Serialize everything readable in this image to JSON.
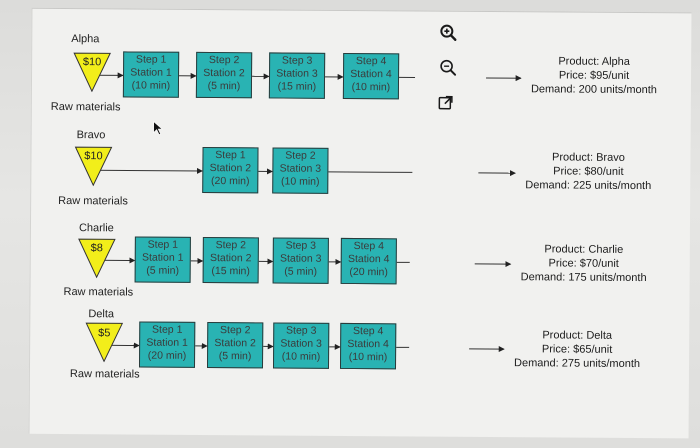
{
  "products": [
    {
      "name": "Alpha",
      "price_tag": "$10",
      "raw_label": "Raw materials",
      "steps": [
        {
          "step": "Step 1",
          "station": "Station 1",
          "time": "(10 min)"
        },
        {
          "step": "Step 2",
          "station": "Station 2",
          "time": "(5 min)"
        },
        {
          "step": "Step 3",
          "station": "Station 3",
          "time": "(15 min)"
        },
        {
          "step": "Step 4",
          "station": "Station 4",
          "time": "(10 min)"
        }
      ],
      "output": {
        "product": "Product: Alpha",
        "price": "Price: $95/unit",
        "demand": "Demand: 200 units/month"
      }
    },
    {
      "name": "Bravo",
      "price_tag": "$10",
      "raw_label": "Raw materials",
      "steps": [
        {
          "step": "Step 1",
          "station": "Station 2",
          "time": "(20 min)"
        },
        {
          "step": "Step 2",
          "station": "Station 3",
          "time": "(10 min)"
        }
      ],
      "output": {
        "product": "Product: Bravo",
        "price": "Price: $80/unit",
        "demand": "Demand: 225 units/month"
      }
    },
    {
      "name": "Charlie",
      "price_tag": "$8",
      "raw_label": "Raw materials",
      "steps": [
        {
          "step": "Step 1",
          "station": "Station 1",
          "time": "(5 min)"
        },
        {
          "step": "Step 2",
          "station": "Station 2",
          "time": "(15 min)"
        },
        {
          "step": "Step 3",
          "station": "Station 3",
          "time": "(5 min)"
        },
        {
          "step": "Step 4",
          "station": "Station 4",
          "time": "(20 min)"
        }
      ],
      "output": {
        "product": "Product: Charlie",
        "price": "Price: $70/unit",
        "demand": "Demand: 175 units/month"
      }
    },
    {
      "name": "Delta",
      "price_tag": "$5",
      "raw_label": "Raw materials",
      "steps": [
        {
          "step": "Step 1",
          "station": "Station 1",
          "time": "(20 min)"
        },
        {
          "step": "Step 2",
          "station": "Station 2",
          "time": "(5 min)"
        },
        {
          "step": "Step 3",
          "station": "Station 3",
          "time": "(10 min)"
        },
        {
          "step": "Step 4",
          "station": "Station 4",
          "time": "(10 min)"
        }
      ],
      "output": {
        "product": "Product: Delta",
        "price": "Price: $65/unit",
        "demand": "Demand: 275 units/month"
      }
    }
  ],
  "toolbar": {
    "icons": [
      "zoom-in-icon",
      "zoom-out-icon",
      "open-external-icon"
    ]
  },
  "colors": {
    "step_fill": "#29b3b3",
    "raw_triangle": "#f2ee1a",
    "line": "#333333"
  }
}
